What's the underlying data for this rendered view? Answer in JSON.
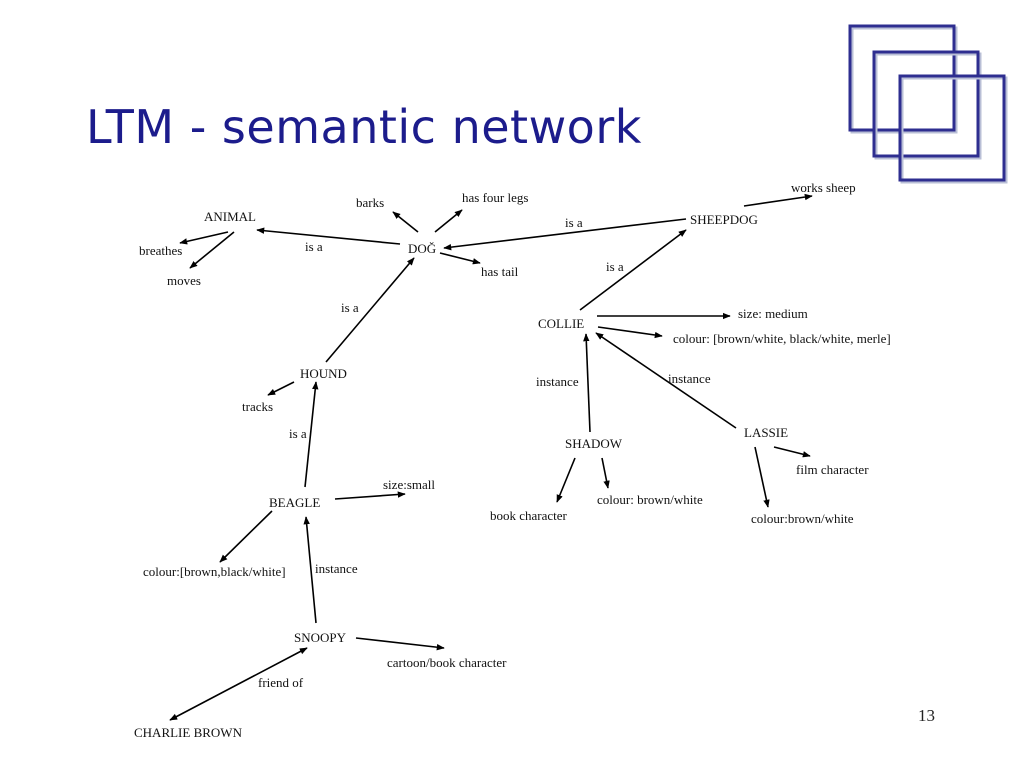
{
  "slide": {
    "title": "LTM - semantic network",
    "page_number": "13"
  },
  "network": {
    "nodes": {
      "animal": "ANIMAL",
      "breathes": "breathes",
      "moves": "moves",
      "barks": "barks",
      "has_four_legs": "has four legs",
      "dog": "DOĞ",
      "has_tail": "has tail",
      "sheepdog": "SHEEPDOG",
      "works_sheep": "works sheep",
      "collie": "COLLIE",
      "size_medium": "size: medium",
      "colour_collie": "colour: [brown/white, black/white, merle]",
      "hound": "HOUND",
      "tracks": "tracks",
      "beagle": "BEAGLE",
      "size_small": "size:small",
      "colour_beagle": "colour:[brown,black/white]",
      "snoopy": "SNOOPY",
      "cartoon": "cartoon/book character",
      "charlie_brown": "CHARLIE BROWN",
      "shadow": "SHADOW",
      "book_character": "book character",
      "colour_shadow": "colour: brown/white",
      "lassie": "LASSIE",
      "film_character": "film character",
      "colour_lassie": "colour:brown/white"
    },
    "edge_labels": {
      "dog_animal": "is a",
      "sheepdog_dog": "is a",
      "collie_sheepdog": "is a",
      "hound_dog": "is a",
      "beagle_hound": "is a",
      "shadow_collie": "instance",
      "lassie_collie": "instance",
      "snoopy_beagle": "instance",
      "charlie_snoopy": "friend of"
    }
  }
}
